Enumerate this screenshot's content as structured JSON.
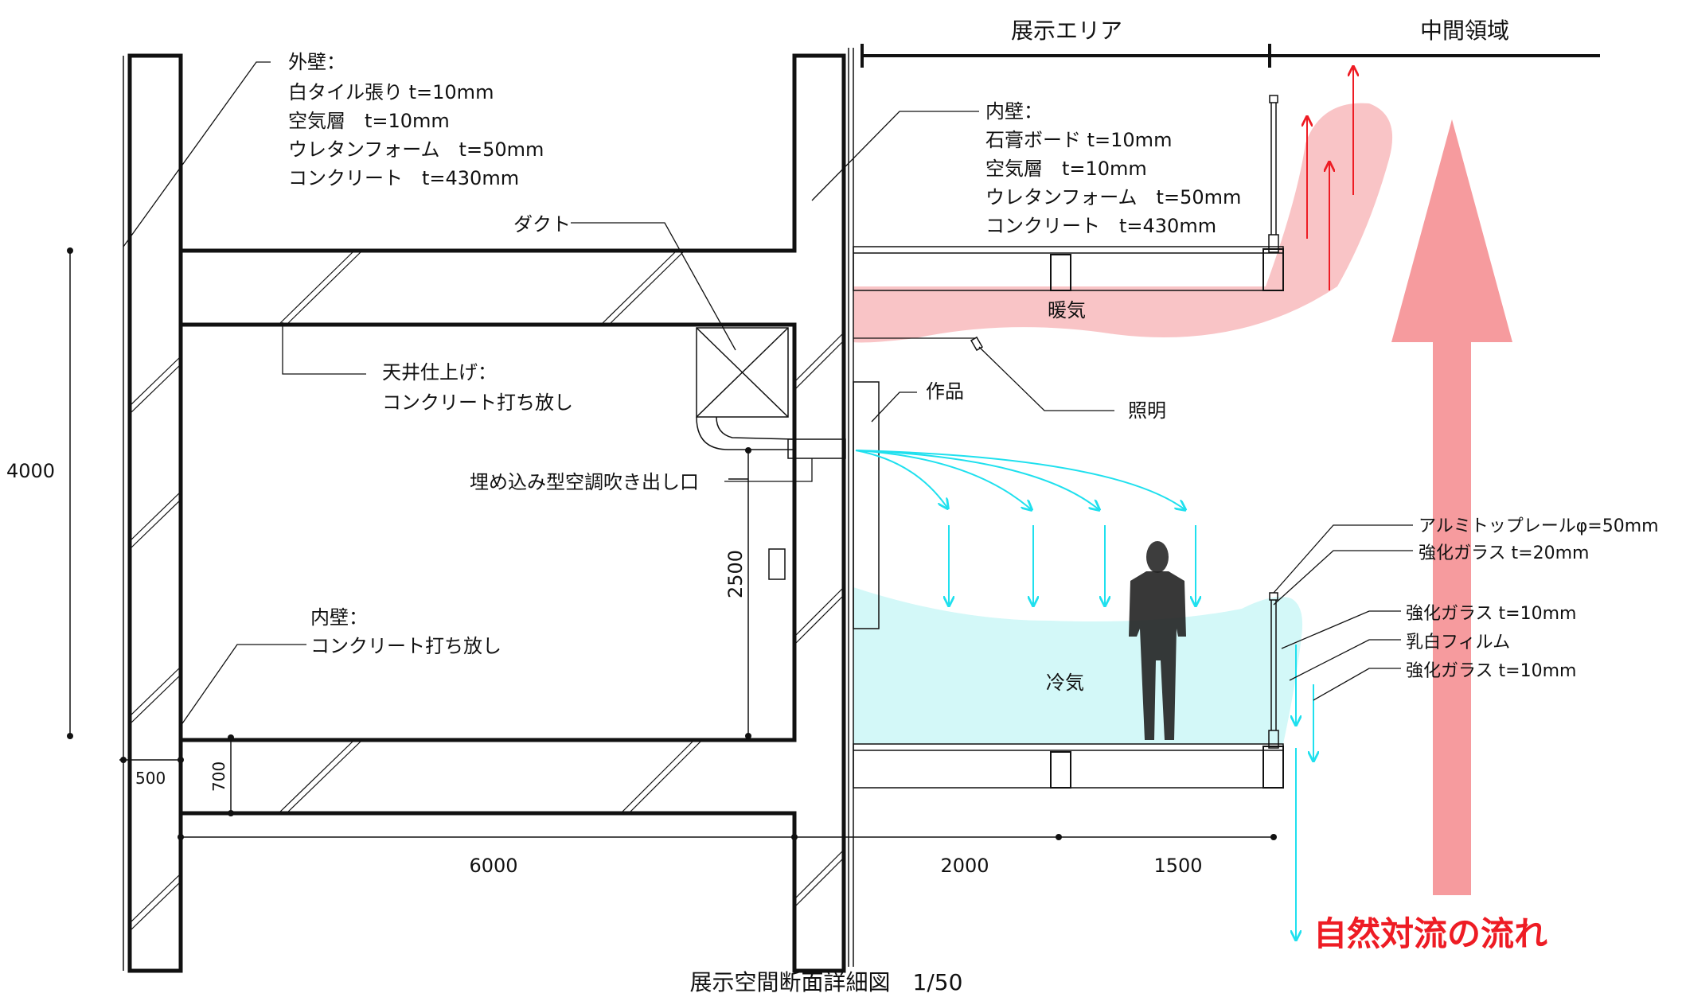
{
  "zones": {
    "exhibit_area": "展示エリア",
    "intermediate_area": "中間領域"
  },
  "outer_wall": {
    "title": "外壁：",
    "layers": [
      "白タイル張り t=10mm",
      "空気層　t=10mm",
      "ウレタンフォーム　t=50mm",
      "コンクリート　t=430mm"
    ]
  },
  "inner_wall_upper": {
    "title": "内壁：",
    "layers": [
      "石膏ボード t=10mm",
      "空気層　t=10mm",
      "ウレタンフォーム　t=50mm",
      "コンクリート　t=430mm"
    ]
  },
  "labels": {
    "duct": "ダクト",
    "ceiling_finish": "天井仕上げ：",
    "ceiling_finish_detail": "コンクリート打ち放し",
    "outlet": "埋め込み型空調吹き出し口",
    "inner_wall_lower": "内壁：",
    "inner_wall_lower_detail": "コンクリート打ち放し",
    "warm_air": "暖気",
    "cool_air": "冷気",
    "artwork": "作品",
    "lighting": "照明",
    "rail": "アルミトップレールφ=50mm",
    "glass_20": "強化ガラス t=20mm",
    "glass_10_a": "強化ガラス t=10mm",
    "milky_film": "乳白フィルム",
    "glass_10_b": "強化ガラス t=10mm",
    "natural_convection": "自然対流の流れ",
    "caption": "展示空間断面詳細図　1/50"
  },
  "dimensions": {
    "height_total": "4000",
    "outlet_height": "2500",
    "wall_thickness": "500",
    "slab_gap": "700",
    "room_width": "6000",
    "exhibit_width_1": "2000",
    "exhibit_width_2": "1500"
  },
  "colors": {
    "warm_air": "#f7b0b3",
    "natural_convection": "#f48a8d",
    "cool_air": "#d3f8f8",
    "cool_arrow": "#1fe0ee",
    "warm_arrow": "#ee1c24",
    "title_red": "#ee1c24",
    "ink": "#111111"
  }
}
